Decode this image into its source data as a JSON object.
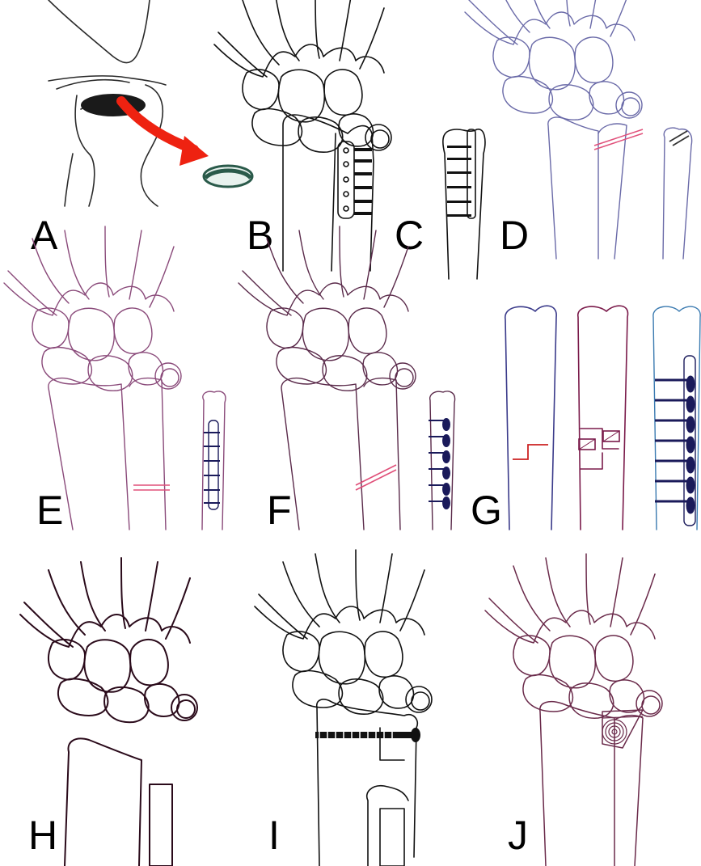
{
  "figure": {
    "panels": [
      {
        "id": "A",
        "label": "A",
        "style": "excision",
        "ink": "#2a2a2a"
      },
      {
        "id": "B",
        "label": "B",
        "style": "plate-screws",
        "ink": "#111111"
      },
      {
        "id": "C",
        "label": "C",
        "style": "lateral-plate",
        "ink": "#111111"
      },
      {
        "id": "D",
        "label": "D",
        "style": "ulna-osteotomy",
        "ink": "#6a6aa8"
      },
      {
        "id": "E",
        "label": "E",
        "style": "ulna-shortening-transverse",
        "ink": "#8a4a7a"
      },
      {
        "id": "F",
        "label": "F",
        "style": "ulna-shortening-oblique",
        "ink": "#5a2a4a"
      },
      {
        "id": "G",
        "label": "G",
        "style": "step-cut",
        "ink": "#3a3a8a"
      },
      {
        "id": "H",
        "label": "H",
        "style": "ulna-resection",
        "ink": "#2a0a1a"
      },
      {
        "id": "I",
        "label": "I",
        "style": "sauve-kapandji",
        "ink": "#111111"
      },
      {
        "id": "J",
        "label": "J",
        "style": "wafer",
        "ink": "#6a2a4a"
      }
    ],
    "colors": {
      "accent_red": "#ee2211",
      "osteotomy_pink": "#e0507a",
      "hardware_navy": "#1a1a5a",
      "disc_green": "#2a5a4a"
    }
  }
}
